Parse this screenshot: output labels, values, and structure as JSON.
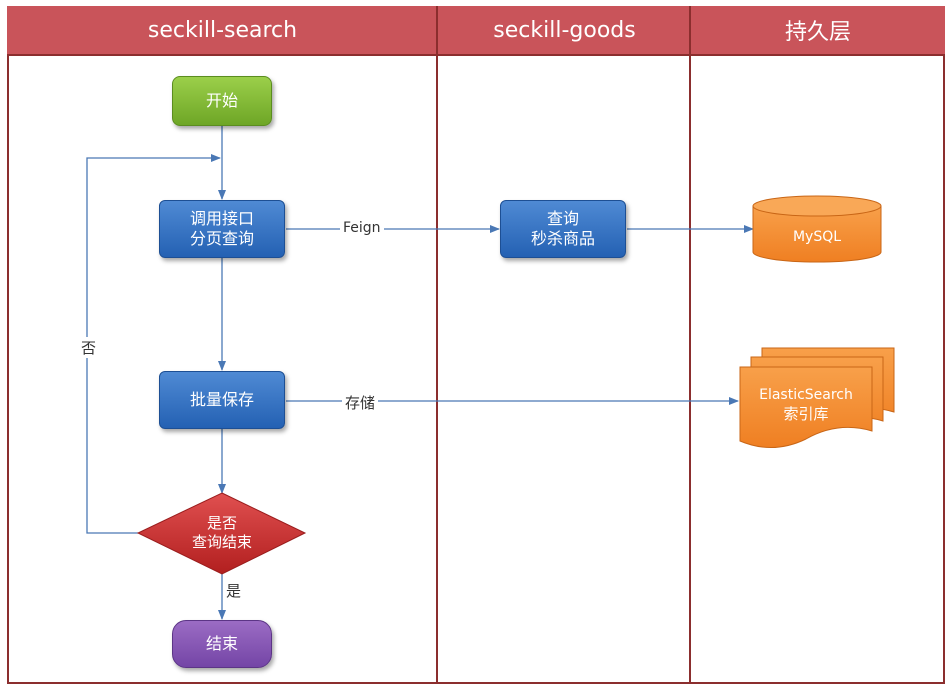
{
  "lanes": [
    "seckill-search",
    "seckill-goods",
    "持久层"
  ],
  "nodes": {
    "start": "开始",
    "call_api_line1": "调用接口",
    "call_api_line2": "分页查询",
    "query_line1": "查询",
    "query_line2": "秒杀商品",
    "batch_save": "批量保存",
    "decision_line1": "是否",
    "decision_line2": "查询结束",
    "end": "结束",
    "mysql": "MySQL",
    "es_line1": "ElasticSearch",
    "es_line2": "索引库"
  },
  "edges": {
    "feign": "Feign",
    "store": "存储",
    "no": "否",
    "yes": "是"
  },
  "colors": {
    "lane_header": "#c9545a",
    "border": "#8b2e2e",
    "process": "#2e6cc0",
    "start": "#7fbc35",
    "end": "#7d4fb0",
    "decision": "#c02a2a",
    "storage": "#f28c30",
    "arrow": "#4a78b5"
  }
}
